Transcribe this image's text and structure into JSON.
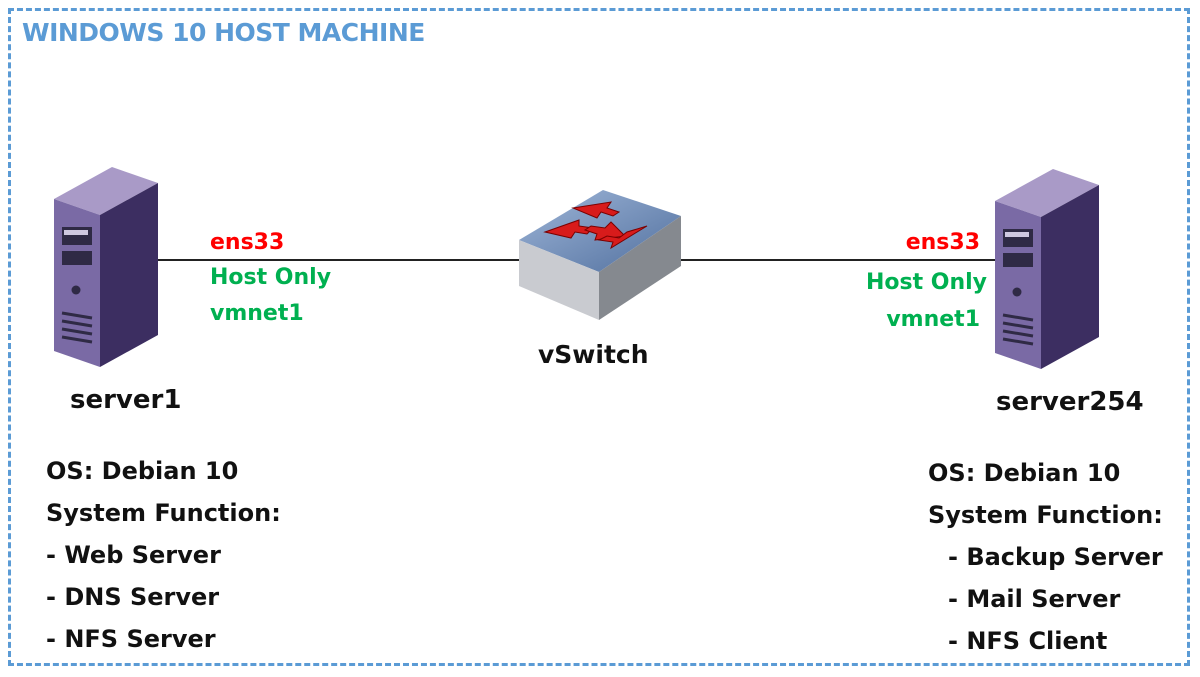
{
  "title": "WINDOWS 10 HOST MACHINE",
  "switch": {
    "label": "vSwitch"
  },
  "server_left": {
    "name": "server1",
    "iface": "ens33",
    "network_type": "Host Only",
    "vnet": "vmnet1",
    "os": "OS: Debian 10",
    "function_heading": "System Function:",
    "functions": [
      "- Web Server",
      "- DNS Server",
      "- NFS Server"
    ]
  },
  "server_right": {
    "name": "server254",
    "iface": "ens33",
    "network_type": "Host Only",
    "vnet": "vmnet1",
    "os": "OS: Debian 10",
    "function_heading": "System Function:",
    "functions": [
      "- Backup Server",
      "- Mail Server",
      "- NFS Client"
    ]
  },
  "colors": {
    "frame": "#5b9bd5",
    "iface": "#ff0000",
    "network": "#00b050"
  },
  "icons": {
    "server": "server-tower-icon",
    "switch": "network-switch-icon"
  }
}
